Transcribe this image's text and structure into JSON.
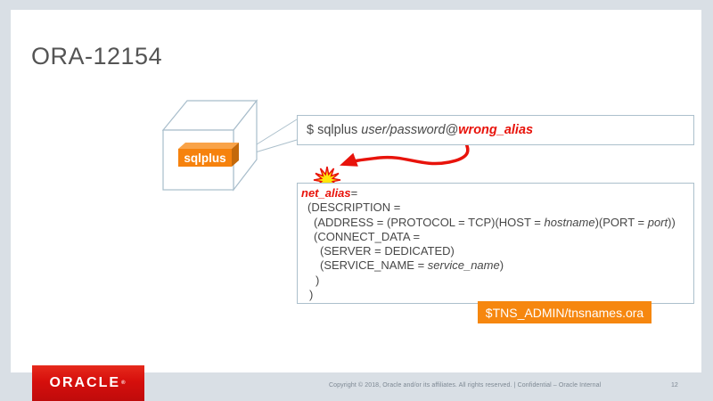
{
  "slide": {
    "title": "ORA-12154",
    "page_number": "12",
    "footer_text": "Copyright © 2018, Oracle and/or its affiliates. All rights reserved.  |  Confidential  – Oracle Internal",
    "logo_text": "ORACLE",
    "logo_registered": "®"
  },
  "diagram": {
    "cube_label": "sqlplus",
    "command_box": {
      "prompt": "$ sqlplus ",
      "credentials": "user/password@",
      "alias": "wrong_alias"
    },
    "code_box": {
      "alias": "net_alias",
      "alias_eq": "=",
      "description_line": "(DESCRIPTION =",
      "address_pre": "(ADDRESS = (PROTOCOL = TCP)(HOST = ",
      "address_host": "hostname",
      "address_mid": ")(PORT = ",
      "address_port": "port",
      "address_post": "))",
      "connect_line": "(CONNECT_DATA =",
      "server_line": "(SERVER = DEDICATED)",
      "service_pre": "(SERVICE_NAME = ",
      "service_name": "service_name",
      "service_post": ")",
      "close_inner": ")",
      "close_outer": ")"
    },
    "tns_badge_label": "$TNS_ADMIN/tnsnames.ora",
    "colors": {
      "accent_orange": "#F6870F",
      "error_red": "#E8130B",
      "box_border": "#ACC0CC",
      "starburst_yellow": "#FFE60A",
      "oracle_brand_red": "#D60F0C"
    }
  }
}
